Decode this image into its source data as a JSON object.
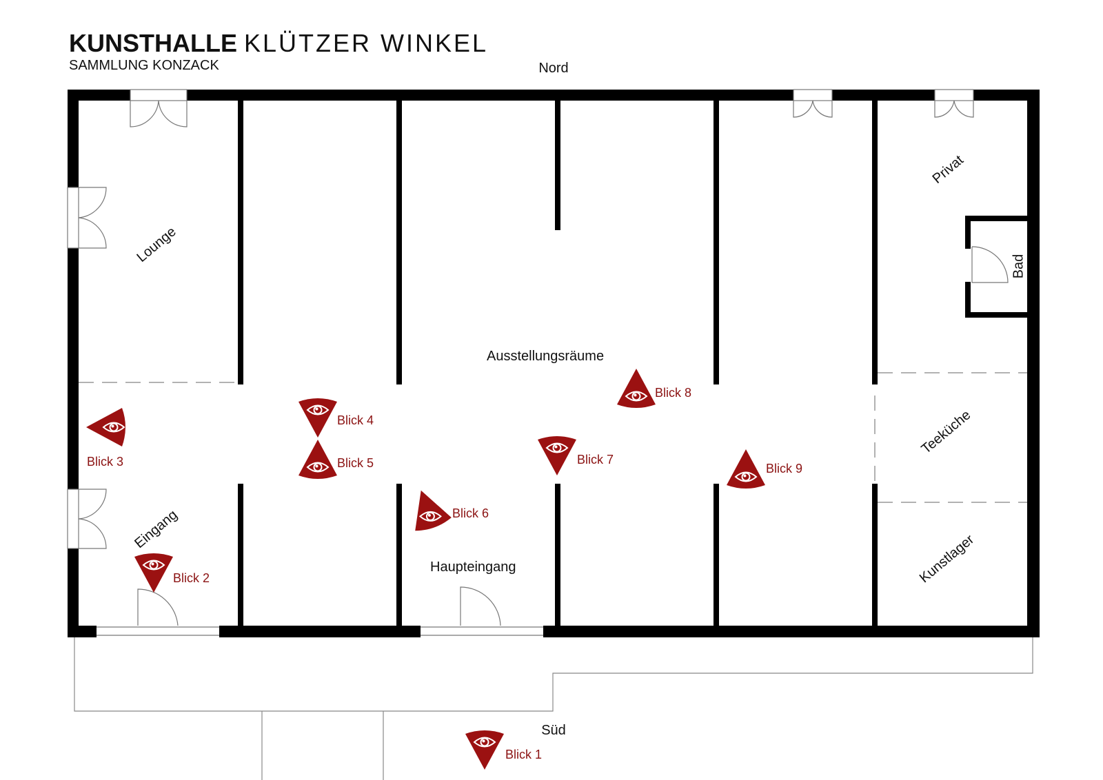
{
  "header": {
    "title_bold": "KUNSTHALLE",
    "title_light": "KLÜTZER WINKEL",
    "subtitle": "SAMMLUNG KONZACK"
  },
  "compass": {
    "north": "Nord",
    "south": "Süd"
  },
  "rooms": {
    "lounge": "Lounge",
    "eingang": "Eingang",
    "ausstellung": "Ausstellungsräume",
    "haupteingang": "Haupteingang",
    "privat": "Privat",
    "bad": "Bad",
    "teekueche": "Teeküche",
    "kunstlager": "Kunstlager"
  },
  "viewpoints": [
    {
      "id": "blick-1",
      "label": "Blick 1"
    },
    {
      "id": "blick-2",
      "label": "Blick 2"
    },
    {
      "id": "blick-3",
      "label": "Blick 3"
    },
    {
      "id": "blick-4",
      "label": "Blick 4"
    },
    {
      "id": "blick-5",
      "label": "Blick 5"
    },
    {
      "id": "blick-6",
      "label": "Blick 6"
    },
    {
      "id": "blick-7",
      "label": "Blick 7"
    },
    {
      "id": "blick-8",
      "label": "Blick 8"
    },
    {
      "id": "blick-9",
      "label": "Blick 9"
    }
  ],
  "colors": {
    "wall": "#000000",
    "marker": "#9b1111",
    "marker_label": "#8b1212"
  }
}
